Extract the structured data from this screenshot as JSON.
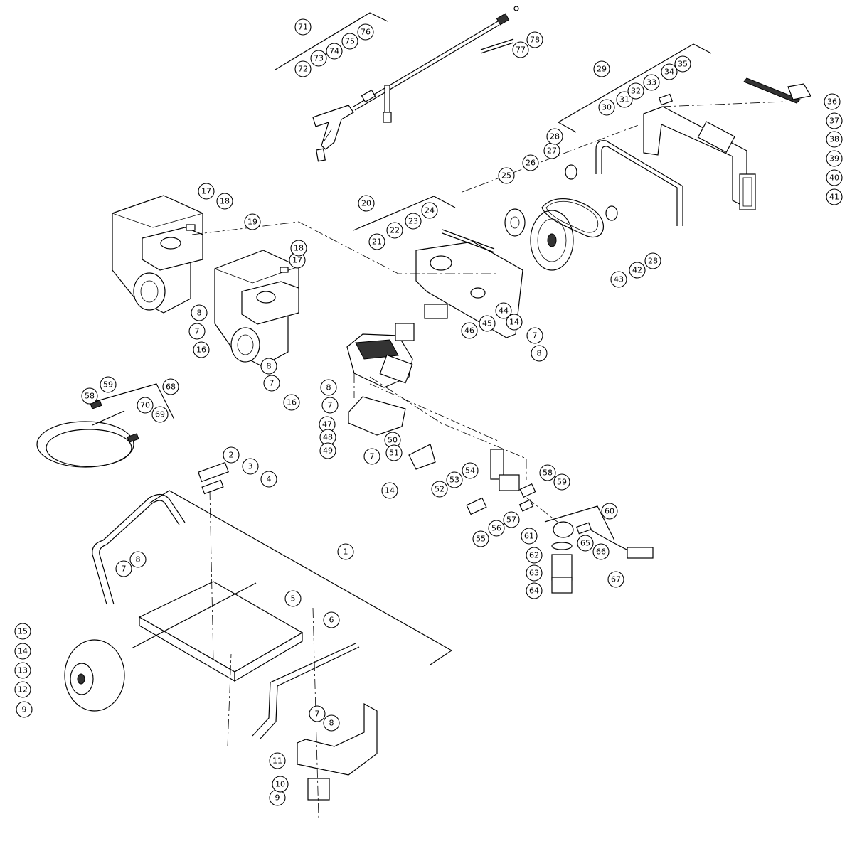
{
  "callouts": [
    {
      "label": "1"
    },
    {
      "label": "2"
    },
    {
      "label": "3"
    },
    {
      "label": "4"
    },
    {
      "label": "5"
    },
    {
      "label": "6"
    },
    {
      "label": "7"
    },
    {
      "label": "7"
    },
    {
      "label": "7"
    },
    {
      "label": "7"
    },
    {
      "label": "7"
    },
    {
      "label": "7"
    },
    {
      "label": "7"
    },
    {
      "label": "8"
    },
    {
      "label": "8"
    },
    {
      "label": "8"
    },
    {
      "label": "8"
    },
    {
      "label": "8"
    },
    {
      "label": "8"
    },
    {
      "label": "9"
    },
    {
      "label": "9"
    },
    {
      "label": "10"
    },
    {
      "label": "11"
    },
    {
      "label": "12"
    },
    {
      "label": "13"
    },
    {
      "label": "14"
    },
    {
      "label": "14"
    },
    {
      "label": "14"
    },
    {
      "label": "15"
    },
    {
      "label": "16"
    },
    {
      "label": "16"
    },
    {
      "label": "17"
    },
    {
      "label": "17"
    },
    {
      "label": "18"
    },
    {
      "label": "18"
    },
    {
      "label": "19"
    },
    {
      "label": "20"
    },
    {
      "label": "21"
    },
    {
      "label": "22"
    },
    {
      "label": "23"
    },
    {
      "label": "24"
    },
    {
      "label": "25"
    },
    {
      "label": "26"
    },
    {
      "label": "27"
    },
    {
      "label": "28"
    },
    {
      "label": "28"
    },
    {
      "label": "29"
    },
    {
      "label": "30"
    },
    {
      "label": "31"
    },
    {
      "label": "32"
    },
    {
      "label": "33"
    },
    {
      "label": "34"
    },
    {
      "label": "35"
    },
    {
      "label": "36"
    },
    {
      "label": "37"
    },
    {
      "label": "38"
    },
    {
      "label": "39"
    },
    {
      "label": "40"
    },
    {
      "label": "41"
    },
    {
      "label": "42"
    },
    {
      "label": "43"
    },
    {
      "label": "44"
    },
    {
      "label": "45"
    },
    {
      "label": "46"
    },
    {
      "label": "47"
    },
    {
      "label": "48"
    },
    {
      "label": "49"
    },
    {
      "label": "50"
    },
    {
      "label": "51"
    },
    {
      "label": "52"
    },
    {
      "label": "53"
    },
    {
      "label": "54"
    },
    {
      "label": "55"
    },
    {
      "label": "56"
    },
    {
      "label": "57"
    },
    {
      "label": "58"
    },
    {
      "label": "58"
    },
    {
      "label": "59"
    },
    {
      "label": "59"
    },
    {
      "label": "60"
    },
    {
      "label": "61"
    },
    {
      "label": "62"
    },
    {
      "label": "63"
    },
    {
      "label": "64"
    },
    {
      "label": "65"
    },
    {
      "label": "66"
    },
    {
      "label": "67"
    },
    {
      "label": "68"
    },
    {
      "label": "69"
    },
    {
      "label": "70"
    },
    {
      "label": "71"
    },
    {
      "label": "72"
    },
    {
      "label": "73"
    },
    {
      "label": "74"
    },
    {
      "label": "75"
    },
    {
      "label": "76"
    },
    {
      "label": "77"
    },
    {
      "label": "78"
    }
  ],
  "colors": {
    "ink": "#000000",
    "paper": "#ffffff"
  }
}
